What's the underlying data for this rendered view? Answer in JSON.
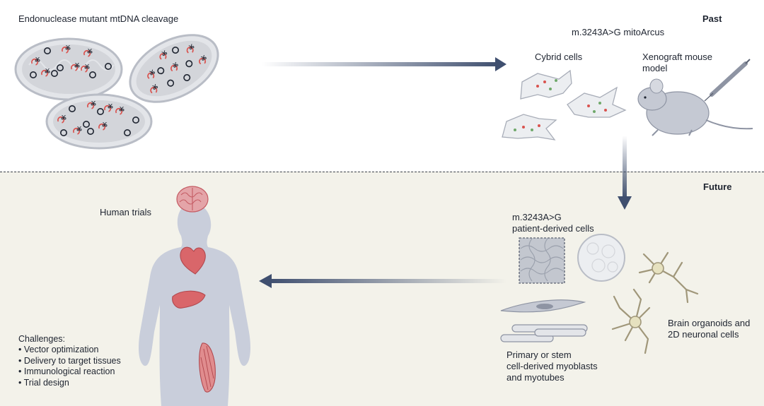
{
  "past": {
    "section_label": "Past",
    "cleavage_title": "Endonuclease mutant mtDNA cleavage",
    "mitoarcus_label": "m.3243A>G mitoArcus",
    "cybrid_label": "Cybrid cells",
    "xenograft_label": [
      "Xenograft mouse",
      "model"
    ]
  },
  "future": {
    "section_label": "Future",
    "patient_cells_label": [
      "m.3243A>G",
      "patient-derived cells"
    ],
    "human_trials_label": "Human trials",
    "brain_label": [
      "Brain organoids and",
      "2D neuronal cells"
    ],
    "myoblast_label": [
      "Primary or stem",
      "cell-derived myoblasts",
      "and myotubes"
    ],
    "challenges_title": "Challenges:",
    "challenges": [
      "Vector optimization",
      "Delivery to target tissues",
      "Immunological reaction",
      "Trial design"
    ]
  },
  "colors": {
    "arrow": "#3f4f6f",
    "future_background": "#f3f2ea",
    "mitochondria": "#d3d5da",
    "mutant_mtdna": "#d9534f",
    "human_body": "#c9cedb",
    "organ": "#d9666a",
    "neuron": "#e6e1bf"
  },
  "icons": [
    "mitochondrion-icon",
    "scissors-icon",
    "mtdna-circle-icon",
    "cybrid-cell-icon",
    "mouse-icon",
    "syringe-icon",
    "human-body-icon",
    "brain-icon",
    "heart-icon",
    "liver-icon",
    "muscle-icon",
    "patient-cells-icon",
    "organoid-icon",
    "neuron-icon",
    "myoblast-icon",
    "myotube-icon"
  ]
}
